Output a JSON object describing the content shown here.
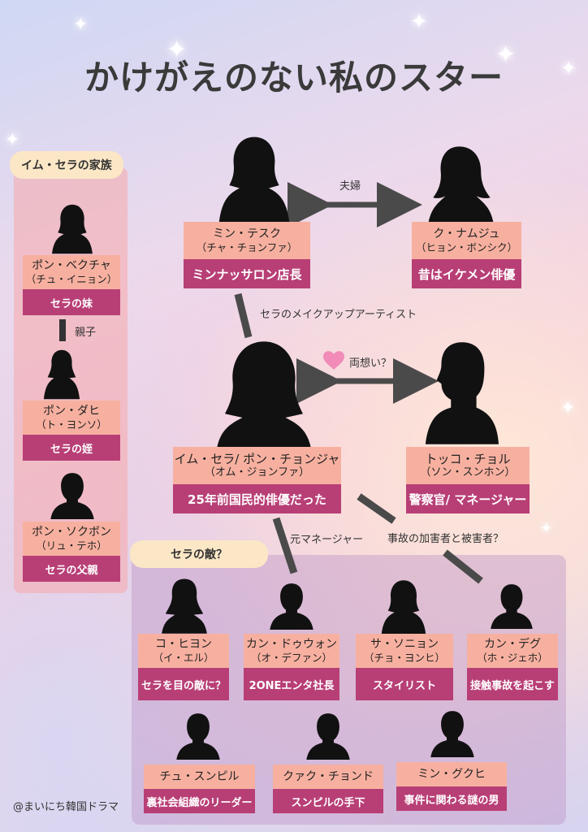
{
  "title": "かけがえのない私のスター",
  "sections": {
    "family": "イム・セラの家族",
    "enemies": "セラの敵？"
  },
  "main_people": {
    "sera": {
      "name": "イム・セラ/ ポン・チョンジャ",
      "actor": "（オム・ジョンファ）",
      "role": "25年前国民的俳優だった"
    },
    "tesuku": {
      "name": "ミン・テスク",
      "actor": "（チャ・チョンファ）",
      "role": "ミンナッサロン店長"
    },
    "namuju": {
      "name": "ク・ナムジュ",
      "actor": "（ヒョン・ボンシク）",
      "role": "昔はイケメン俳優"
    },
    "tokko": {
      "name": "トッコ・チョル",
      "actor": "（ソン・スンホン）",
      "role": "警察官/ マネージャー"
    }
  },
  "family": [
    {
      "name": "ポン・ベクチャ",
      "actor": "（チュ・イニョン）",
      "role": "セラの妹"
    },
    {
      "name": "ポン・ダヒ",
      "actor": "（ト・ヨンソ）",
      "role": "セラの姪"
    },
    {
      "name": "ポン・ソクボン",
      "actor": "（リュ・テホ）",
      "role": "セラの父親"
    }
  ],
  "enemies": [
    {
      "name": "コ・ヒヨン",
      "actor": "（イ・エル）",
      "role": "セラを目の敵に？"
    },
    {
      "name": "カン・ドゥウォン",
      "actor": "（オ・デファン）",
      "role": "2ONEエンタ社長"
    },
    {
      "name": "サ・ソニョン",
      "actor": "（チョ・ヨンヒ）",
      "role": "スタイリスト"
    },
    {
      "name": "カン・デグ",
      "actor": "（ホ・ジェホ）",
      "role": "接触事故を起こす"
    },
    {
      "name": "チュ・スンピル",
      "role": "裏社会組織のリーダー"
    },
    {
      "name": "クァク・チョンド",
      "role": "スンピルの手下"
    },
    {
      "name": "ミン・グクヒ",
      "role": "事件に関わる謎の男"
    }
  ],
  "relations": {
    "couple": "夫婦",
    "makeup": "セラのメイクアップアーティスト",
    "mutual": "両想い？",
    "parent_child": "親子",
    "former_manager": "元マネージャー",
    "accident": "事故の加害者と被害者？"
  },
  "icons": [
    "heart-icon",
    "sparkle-icon",
    "person-silhouette-icon"
  ],
  "colors": {
    "name_box": "#f7b0a0",
    "role_box": "#b83f76",
    "label": "#fbe7c6",
    "line": "#4a4a4a",
    "heart": "#f28bb8"
  },
  "credit": "@まいにち韓国ドラマ"
}
